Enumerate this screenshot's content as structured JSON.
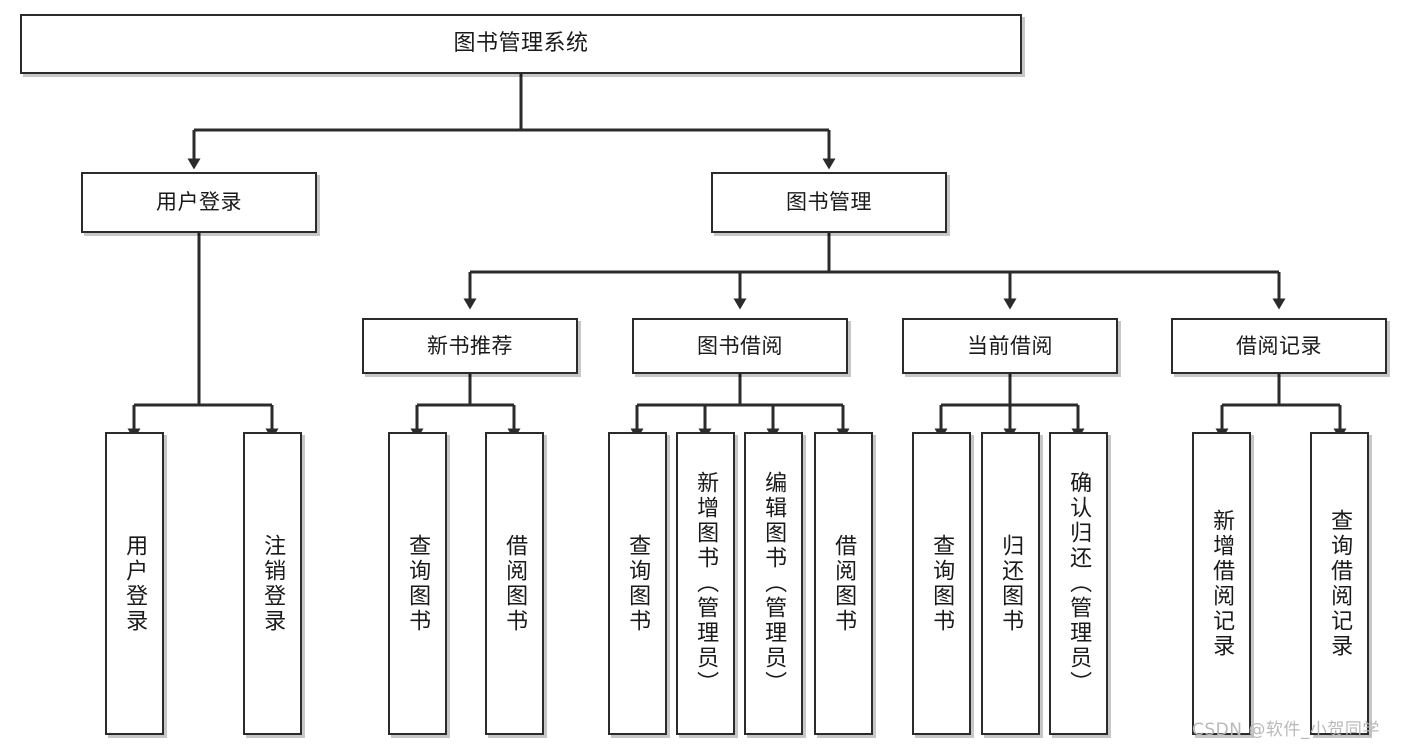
{
  "diagram": {
    "title": "图书管理系统",
    "type": "tree-hierarchy",
    "levels": 4,
    "colors": {
      "box_border": "#2b2b2b",
      "box_fill": "#ffffff",
      "connector": "#2b2b2b",
      "text": "#1a1a1a",
      "watermark": "#b9b9b9",
      "background": "#ffffff"
    },
    "root": {
      "label": "图书管理系统"
    },
    "level2": [
      {
        "label": "用户登录"
      },
      {
        "label": "图书管理"
      }
    ],
    "level3": [
      {
        "label": "新书推荐"
      },
      {
        "label": "图书借阅"
      },
      {
        "label": "当前借阅"
      },
      {
        "label": "借阅记录"
      }
    ],
    "leaves": {
      "user_login": [
        {
          "label": "用户登录"
        },
        {
          "label": "注销登录"
        }
      ],
      "new_book_recommend": [
        {
          "label": "查询图书"
        },
        {
          "label": "借阅图书"
        }
      ],
      "book_borrow": [
        {
          "label": "查询图书"
        },
        {
          "label": "新增图书（管理员）"
        },
        {
          "label": "编辑图书（管理员）"
        },
        {
          "label": "借阅图书"
        }
      ],
      "current_borrow": [
        {
          "label": "查询图书"
        },
        {
          "label": "归还图书"
        },
        {
          "label": "确认归还（管理员）"
        }
      ],
      "borrow_record": [
        {
          "label": "新增借阅记录"
        },
        {
          "label": "查询借阅记录"
        }
      ]
    }
  },
  "watermark": {
    "text": "CSDN @软件_小贺同学"
  }
}
